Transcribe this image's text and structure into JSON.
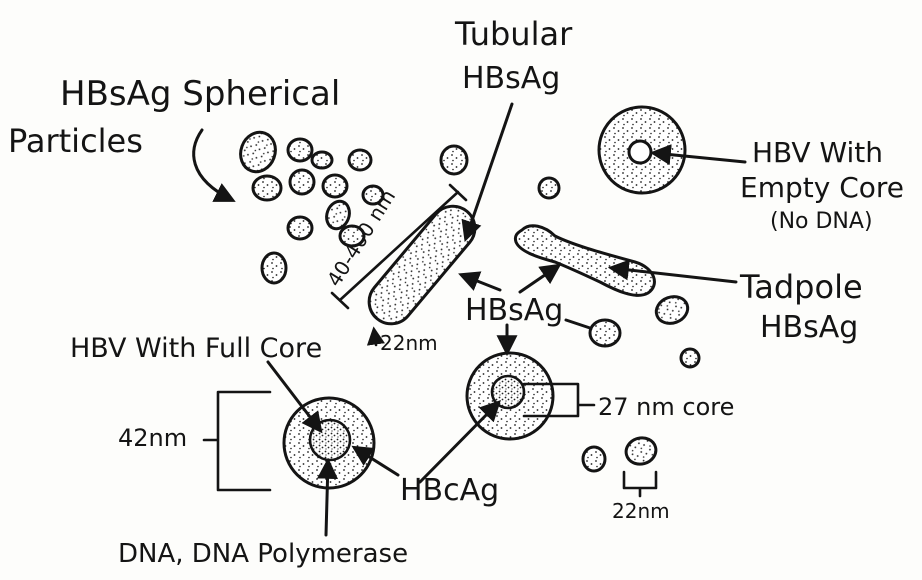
{
  "diagram": {
    "labels": {
      "spherical_line1": "HBsAg Spherical",
      "spherical_line2": "Particles",
      "tubular_line1": "Tubular",
      "tubular_line2": "HBsAg",
      "empty_core_line1": "HBV With",
      "empty_core_line2": "Empty Core",
      "empty_core_line3": "(No DNA)",
      "length_range": "40-400 nm",
      "tubular_width": "22nm",
      "hbsag_center": "HBsAg",
      "tadpole_line1": "Tadpole",
      "tadpole_line2": "HBsAg",
      "full_core": "HBV With Full Core",
      "diameter": "42nm",
      "core_size": "27 nm core",
      "hbcag": "HBcAg",
      "particle_size": "22nm",
      "dna": "DNA, DNA Polymerase"
    },
    "colors": {
      "ink": "#141414",
      "paper": "#fdfdfb"
    }
  }
}
